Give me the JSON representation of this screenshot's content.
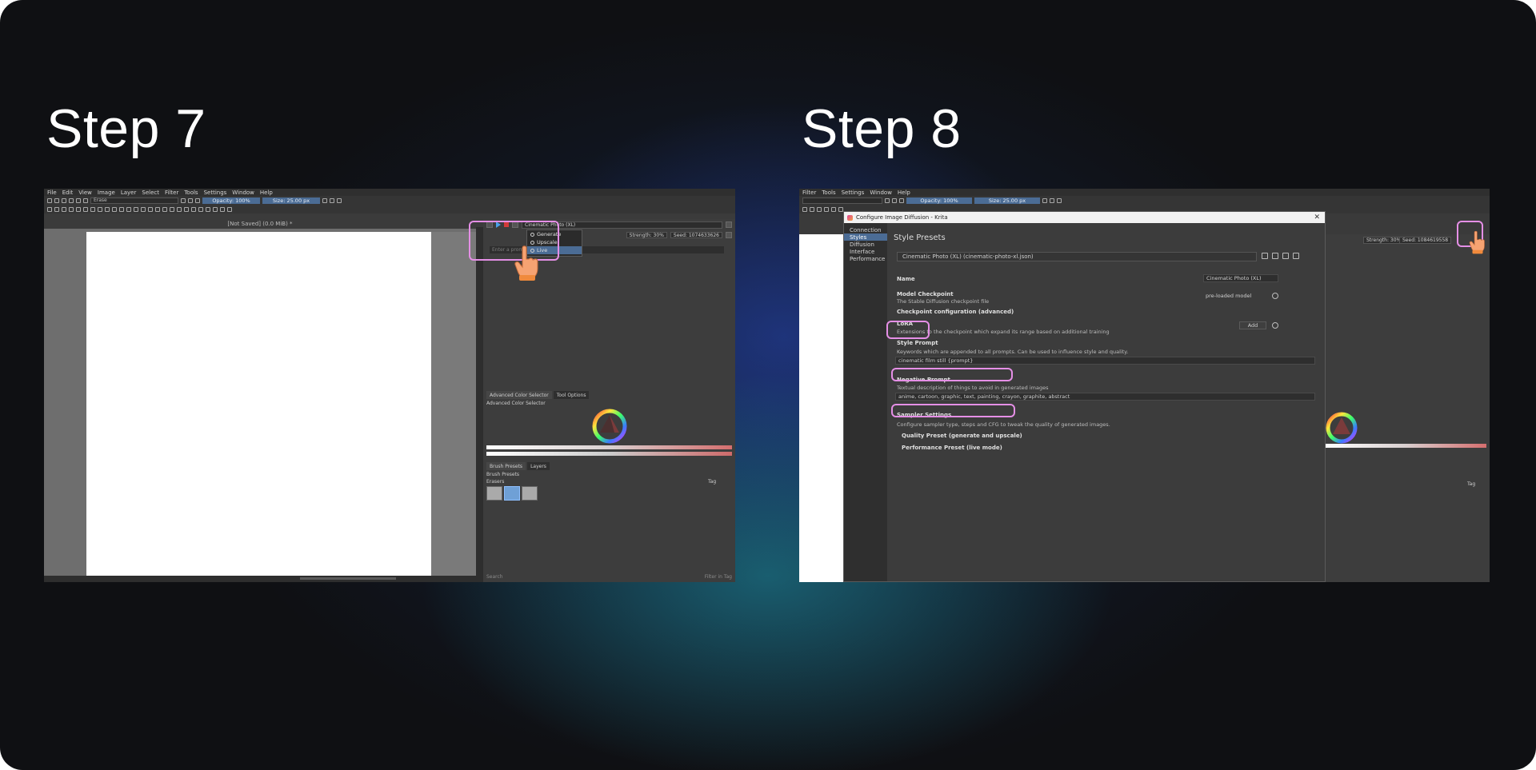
{
  "steps": {
    "step7_title": "Step 7",
    "step8_title": "Step 8"
  },
  "krita_menu": [
    "File",
    "Edit",
    "View",
    "Image",
    "Layer",
    "Select",
    "Filter",
    "Tools",
    "Settings",
    "Window",
    "Help"
  ],
  "step7": {
    "toolbar": {
      "blend_mode": "Erase",
      "opacity": "Opacity: 100%",
      "size": "Size: 25.00 px"
    },
    "doc_title": "[Not Saved]  (0.0 MiB) *",
    "ai_panel": {
      "style": "Cinematic Photo (XL)",
      "strength": "Strength: 30%",
      "seed": "Seed: 1074633626",
      "prompt_placeholder": "Enter a prompt or leave empty"
    },
    "dropdown": {
      "items": [
        "Generate",
        "Upscale",
        "Live"
      ],
      "selected": "Live"
    },
    "color_panel": {
      "tabs": [
        "Advanced Color Selector",
        "Tool Options"
      ],
      "title": "Advanced Color Selector"
    },
    "brush_panel": {
      "tabs": [
        "Brush Presets",
        "Layers"
      ],
      "title": "Brush Presets",
      "filter": "Erasers",
      "tag": "Tag",
      "search_placeholder": "Search",
      "filter_in_tag": "Filter in Tag"
    }
  },
  "step8": {
    "menu": [
      "Filter",
      "Tools",
      "Settings",
      "Window",
      "Help"
    ],
    "toolbar": {
      "opacity": "Opacity: 100%",
      "size": "Size: 25.00 px"
    },
    "bg_strength": "Strength: 30%",
    "bg_seed": "Seed: 1084619558",
    "bg_tag": "Tag",
    "dialog": {
      "title": "Configure Image Diffusion - Krita",
      "close": "✕",
      "sidebar": [
        "Connection",
        "Styles",
        "Diffusion",
        "Interface",
        "Performance"
      ],
      "sidebar_selected": "Styles",
      "heading": "Style Presets",
      "preset": "Cinematic Photo (XL) (cinematic-photo-xl.json)",
      "name_label": "Name",
      "name_value": "Cinematic Photo (XL)",
      "model_checkpoint": "Model Checkpoint",
      "model_checkpoint_desc": "The Stable Diffusion checkpoint file",
      "model_value": "pre-loaded model",
      "checkpoint_config": "Checkpoint configuration (advanced)",
      "lora_label": "LoRA",
      "lora_desc": "Extensions to the checkpoint which expand its range based on additional training",
      "add_button": "Add",
      "style_prompt": "Style Prompt",
      "style_prompt_desc": "Keywords which are appended to all prompts. Can be used to influence style and quality.",
      "style_prompt_value": "cinematic film still {prompt}",
      "negative_prompt": "Negative Prompt",
      "negative_prompt_desc": "Textual description of things to avoid in generated images",
      "negative_prompt_value": "anime, cartoon, graphic, text, painting, crayon, graphite, abstract",
      "sampler_settings": "Sampler Settings",
      "sampler_desc": "Configure sampler type, steps and CFG to tweak the quality of generated images.",
      "quality_preset": "Quality Preset (generate and upscale)",
      "performance_preset": "Performance Preset (live mode)"
    }
  },
  "colors": {
    "highlight": "#e58fe6",
    "krita_accent": "#4b6c95"
  }
}
